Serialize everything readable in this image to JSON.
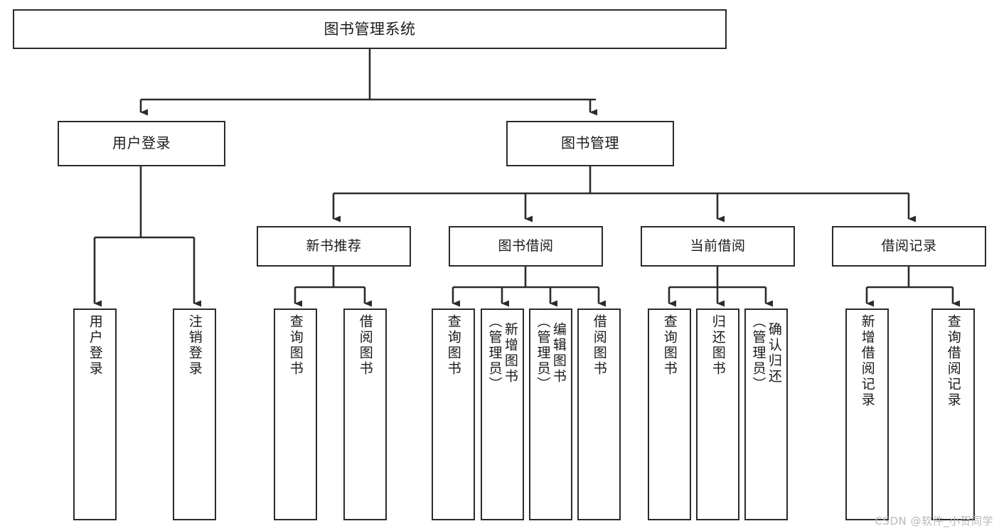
{
  "diagram": {
    "title": "图书管理系统",
    "type": "tree-hierarchy-diagram",
    "colors": {
      "box_border": "#2b2b2b",
      "box_fill": "#ffffff",
      "edge": "#2b2b2b",
      "text": "#1a1a1a",
      "watermark": "#b9b9b9",
      "background": "#ffffff"
    },
    "root": {
      "label": "图书管理系统"
    },
    "level2": [
      {
        "label": "用户登录"
      },
      {
        "label": "图书管理"
      }
    ],
    "level3": [
      {
        "label": "新书推荐"
      },
      {
        "label": "图书借阅"
      },
      {
        "label": "当前借阅"
      },
      {
        "label": "借阅记录"
      }
    ],
    "leaves": {
      "user_login": [
        {
          "label": "用户登录"
        },
        {
          "label": "注销登录"
        }
      ],
      "new_book_recommend": [
        {
          "label": "查询图书"
        },
        {
          "label": "借阅图书"
        }
      ],
      "book_borrow": [
        {
          "label": "查询图书"
        },
        {
          "label": "新增图书\n（管理员）"
        },
        {
          "label": "编辑图书\n（管理员）"
        },
        {
          "label": "借阅图书"
        }
      ],
      "current_borrow": [
        {
          "label": "查询图书"
        },
        {
          "label": "归还图书"
        },
        {
          "label": "确认归还\n（管理员）"
        }
      ],
      "borrow_record": [
        {
          "label": "新增借阅记录"
        },
        {
          "label": "查询借阅记录"
        }
      ]
    }
  },
  "watermark": {
    "text": "CSDN @软件_小贺同学"
  }
}
